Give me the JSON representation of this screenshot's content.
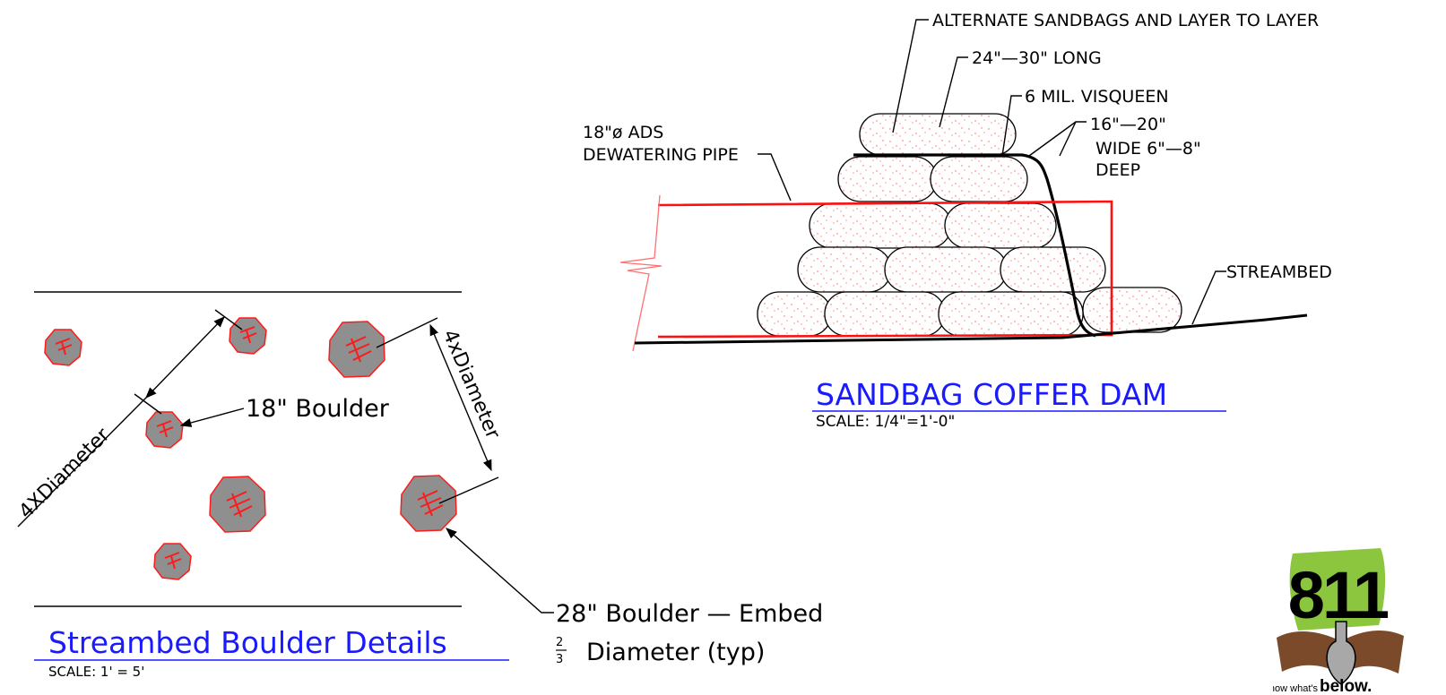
{
  "boulder_detail": {
    "title": "Streambed Boulder Details",
    "scale": "SCALE:  1' = 5'",
    "label_18": "18\"  Boulder",
    "label_28_line1": "28\"  Boulder  —  Embed",
    "label_28_frac_num": "2",
    "label_28_frac_den": "3",
    "label_28_line2": "Diameter  (typ)",
    "dim_left": "4XDiameter",
    "dim_right": "4xDiameter"
  },
  "coffer_dam": {
    "title": "SANDBAG  COFFER  DAM",
    "scale": "SCALE:  1/4\"=1'-0\"",
    "note_alternate": "ALTERNATE SANDBAGS AND LAYER TO LAYER",
    "note_long": "24\"—30\" LONG",
    "note_visqueen": "6 MIL. VISQUEEN",
    "note_size_1": "16\"—20\"",
    "note_size_2": "WIDE 6\"—8\"",
    "note_size_3": "DEEP",
    "note_pipe_1": "18\"ø ADS",
    "note_pipe_2": "DEWATERING PIPE",
    "note_streambed": "STREAMBED"
  },
  "logo": {
    "number": "811",
    "tagline_small": "Know what's",
    "tagline_big": "below."
  },
  "colors": {
    "boulder_fill": "#8f8f8f",
    "boulder_edge": "#ff1a1a",
    "pipe": "#ff1010",
    "title_blue": "#1a1aff",
    "logo_green": "#8cc63f",
    "logo_brown": "#7a4a2a"
  }
}
